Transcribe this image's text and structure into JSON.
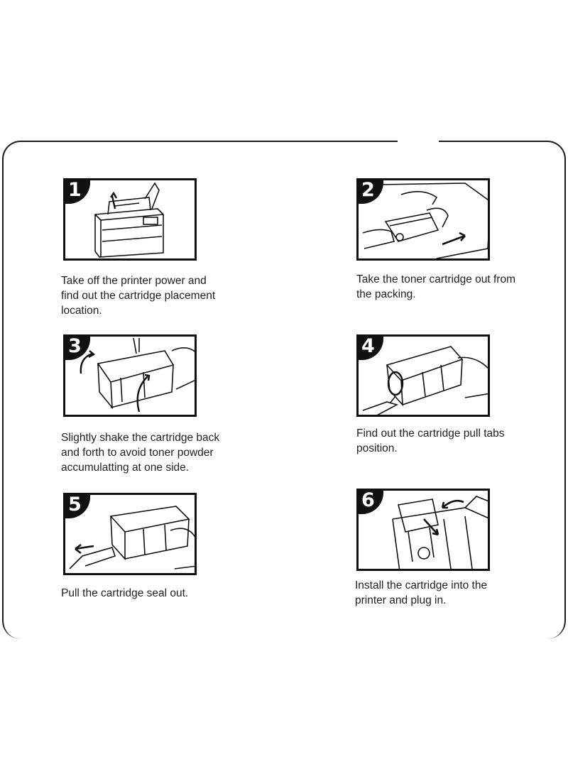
{
  "steps": [
    {
      "number": "1",
      "caption": "Take off the printer power and\nfind out the cartridge placement\nlocation."
    },
    {
      "number": "2",
      "caption": "Take the toner cartridge out from\nthe packing."
    },
    {
      "number": "3",
      "caption": "Slightly shake the cartridge back\nand forth to avoid toner powder\naccumulatting at one side."
    },
    {
      "number": "4",
      "caption": "Find out the cartridge pull tabs\nposition."
    },
    {
      "number": "5",
      "caption": "Pull the cartridge seal out."
    },
    {
      "number": "6",
      "caption": "Install the cartridge into the\nprinter and plug in."
    }
  ],
  "icons": {
    "step1": "printer-open-cover-icon",
    "step2": "hands-remove-from-packing-icon",
    "step3": "shake-cartridge-icon",
    "step4": "pull-tab-icon",
    "step5": "pull-seal-icon",
    "step6": "install-cartridge-icon"
  },
  "colors": {
    "line": "#111111",
    "background": "#ffffff"
  }
}
